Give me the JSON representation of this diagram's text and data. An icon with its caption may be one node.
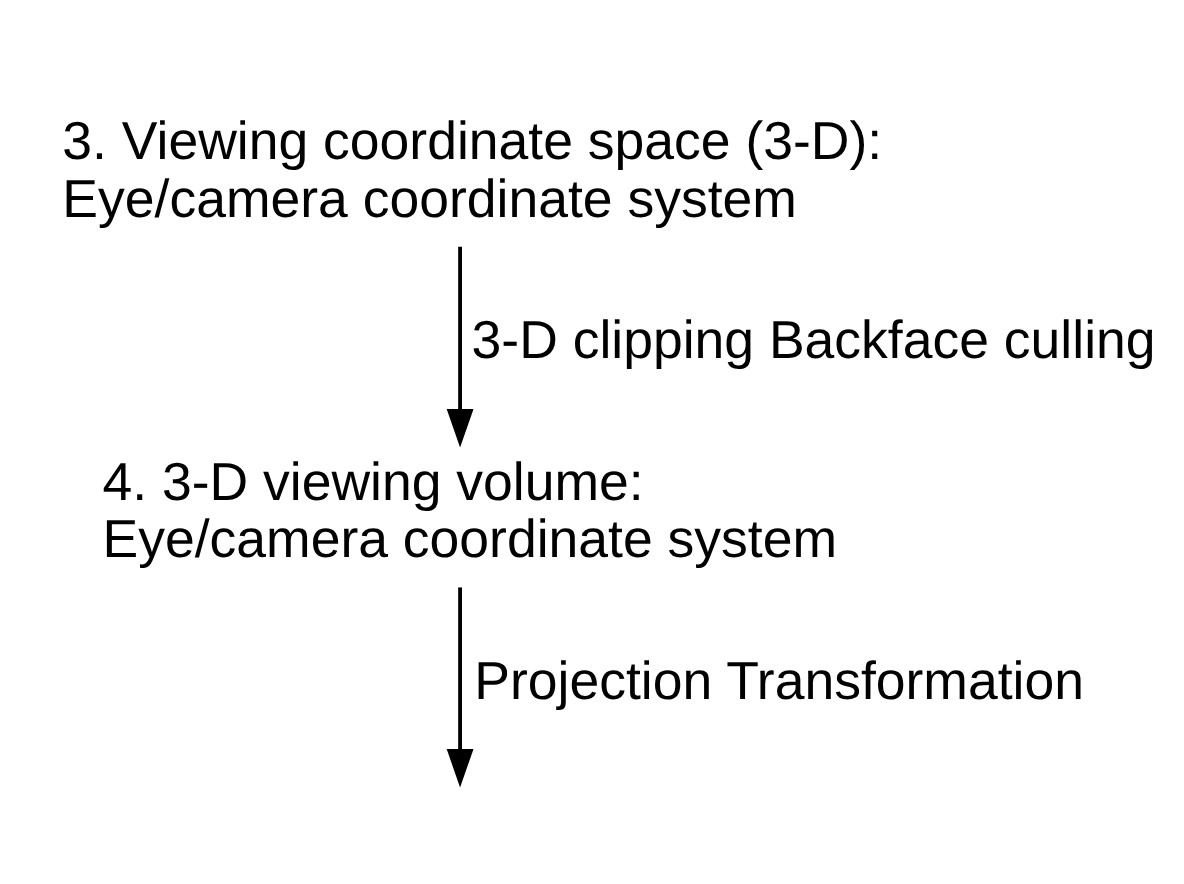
{
  "diagram": {
    "nodes": [
      {
        "text": [
          "3. Viewing coordinate space (3-D):",
          "Eye/camera coordinate system"
        ]
      },
      {
        "text": [
          "4. 3-D viewing volume:",
          "Eye/camera coordinate system"
        ]
      }
    ],
    "edges": [
      {
        "from": 0,
        "to": 1,
        "arrow": "to",
        "label": "3-D clipping Backface culling"
      },
      {
        "from": 1,
        "to": null,
        "arrow": "to",
        "label": "Projection Transformation"
      }
    ]
  }
}
